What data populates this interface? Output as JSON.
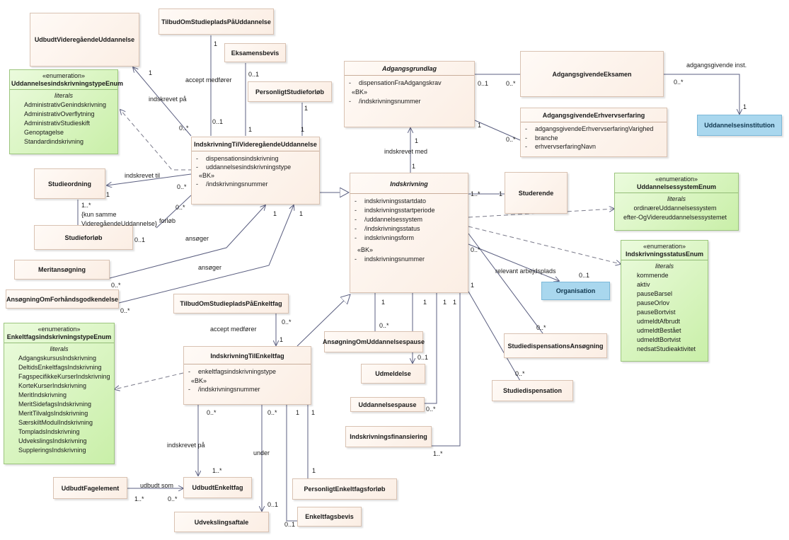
{
  "simple_boxes": {
    "udbudt_videregaaende": "UdbudtVideregåendeUddannelse",
    "tilbud_studieplads_uddannelse": "TilbudOmStudiepladsPåUddannelse",
    "eksamensbevis": "Eksamensbevis",
    "personligt_studieforloeb": "PersonligtStudieforløb",
    "adgangsgivende_eksamen": "AdgangsgivendeEksamen",
    "uddannelsesinstitution": "Uddannelsesinstitution",
    "studieordning": "Studieordning",
    "studieforloeb": "Studieforløb",
    "studerende": "Studerende",
    "meritansoegning": "Meritansøgning",
    "ansoegning_forhaands": "AnsøgningOmForhåndsgodkendelse",
    "organisation": "Organisation",
    "tilbud_studieplads_enkeltfag": "TilbudOmStudiepladsPåEnkeltfag",
    "ansoegning_uddannelsespause": "AnsøgningOmUddannelsespause",
    "studiedispensations_ansoegning": "StudiedispensationsAnsøgning",
    "udmeldelse": "Udmeldelse",
    "studiedispensation": "Studiedispensation",
    "uddannelsespause": "Uddannelsespause",
    "indskrivningsfinansiering": "Indskrivningsfinansiering",
    "udbudt_fagelement": "UdbudtFagelement",
    "udbudt_enkeltfag": "UdbudtEnkeltfag",
    "personligt_enkeltfagsforloeb": "PersonligtEnkeltfagsforløb",
    "udvekslingsaftale": "Udvekslingsaftale",
    "enkeltfagsbevis": "Enkeltfagsbevis"
  },
  "classes": {
    "adgangsgrundlag": {
      "name": "Adgangsgrundlag",
      "attrs": [
        {
          "vis": "-",
          "text": "dispensationFraAdgangskrav"
        }
      ],
      "stereo": "«BK»",
      "keys": [
        {
          "vis": "-",
          "text": "/indskrivningsnummer"
        }
      ]
    },
    "adgangsgivende_erhverv": {
      "name": "AdgangsgivendeErhvervserfaring",
      "attrs": [
        {
          "vis": "-",
          "text": "adgangsgivendeErhvervserfaringVarighed"
        },
        {
          "vis": "-",
          "text": "branche"
        },
        {
          "vis": "-",
          "text": "erhvervserfaringNavn"
        }
      ]
    },
    "indskrivning_videregaaende": {
      "name": "IndskrivningTilVideregåendeUddannelse",
      "attrs": [
        {
          "vis": "-",
          "text": "dispensationsindskrivning"
        },
        {
          "vis": "-",
          "text": "uddannelsesindskrivningstype"
        }
      ],
      "stereo": "«BK»",
      "keys": [
        {
          "vis": "-",
          "text": "/indskrivningsnummer"
        }
      ]
    },
    "indskrivning": {
      "name": "Indskrivning",
      "attrs": [
        {
          "vis": "-",
          "text": "indskrivningsstartdato"
        },
        {
          "vis": "-",
          "text": "indskrivningsstartperiode"
        },
        {
          "vis": "-",
          "text": "/uddannelsessystem"
        },
        {
          "vis": "-",
          "text": "/indskrivningsstatus"
        },
        {
          "vis": "-",
          "text": "indskrivningsform"
        }
      ],
      "stereo": "«BK»",
      "keys": [
        {
          "vis": "-",
          "text": "indskrivningsnummer"
        }
      ]
    },
    "indskrivning_enkeltfag": {
      "name": "IndskrivningTilEnkeltfag",
      "attrs": [
        {
          "vis": "-",
          "text": "enkeltfagsindskrivningstype"
        }
      ],
      "stereo": "«BK»",
      "keys": [
        {
          "vis": "-",
          "text": "/indskrivningsnummer"
        }
      ]
    }
  },
  "enums": {
    "uddannelsesindskrivningstype": {
      "stereo": "«enumeration»",
      "name": "UddannelsesindskrivningstypeEnum",
      "literals_title": "literals",
      "literals": [
        "AdministrativGenindskrivning",
        "AdministrativOverflytning",
        "AdministrativStudieskift",
        "Genoptagelse",
        "Standardindskrivning"
      ]
    },
    "uddannelsessystem": {
      "stereo": "«enumeration»",
      "name": "UddannelsessystemEnum",
      "literals_title": "literals",
      "literals": [
        "ordinæreUddannelsessystem",
        "efter-OgVidereuddannelsessystemet"
      ]
    },
    "indskrivningsstatus": {
      "stereo": "«enumeration»",
      "name": "IndskrivningsstatusEnum",
      "literals_title": "literals",
      "literals": [
        "kommende",
        "aktiv",
        "pauseBarsel",
        "pauseOrlov",
        "pauseBortvist",
        "udmeldtAfbrudt",
        "udmeldtBestået",
        "udmeldtBortvist",
        "nedsatStudieaktivitet"
      ]
    },
    "enkeltfagsindskrivningstype": {
      "stereo": "«enumeration»",
      "name": "EnkeltfagsindskrivningstypeEnum",
      "literals_title": "literals",
      "literals": [
        "AdgangskursusIndskrivning",
        "DeltidsEnkeltfagsIndskrivning",
        "FagspecifikkeKurserIndskrivning",
        "KorteKurserIndskrivning",
        "MeritIndskrivning",
        "MeritSidefagsIndskrivning",
        "MeritTilvalgsIndskrivning",
        "SærskiltModulIndskrivning",
        "TompladsIndskrivning",
        "UdvekslingsIndskrivning",
        "SuppleringsIndskrivning"
      ]
    }
  },
  "labels": {
    "l1": "1",
    "l2": "indskrevet på",
    "l3": "0..*",
    "l4": "1",
    "l5": "accept medfører",
    "l6": "0..1",
    "l7": "0..1",
    "l8": "1",
    "l9": "1",
    "l10": "0..1",
    "l11": "0..*",
    "l12": "adgangsgivende inst.",
    "l13": "0..*",
    "l14": "1",
    "l15": "1",
    "l16": "0..*",
    "l17": "indskrevet med",
    "l18": "1",
    "l19": "1",
    "l20": "indskrevet til",
    "l21": "1",
    "l22": "0..*",
    "l23": "1..*",
    "l24": "{kun samme",
    "l25": "VideregåendeUddannelse}",
    "l26": "0..*",
    "l27": "forløb",
    "l28": "0..1",
    "l29": "ansøger",
    "l30": "ansøger",
    "l31": "0..*",
    "l32": "0..*",
    "l33": "1",
    "l34": "1",
    "l35": "1..*",
    "l36": "1",
    "l37": "0..*",
    "l38": "relevant arbejdsplads",
    "l39": "0..1",
    "l40": "accept medfører",
    "l41": "0..*",
    "l42": "1",
    "l43": "1",
    "l44": "0..*",
    "l45": "1",
    "l46": "0..1",
    "l47": "1",
    "l48": "1",
    "l49": "0..*",
    "l50": "1",
    "l51": "0..*",
    "l52": "0..*",
    "l53": "1..*",
    "l54": "0..*",
    "l55": "indskrevet på",
    "l56": "1..*",
    "l57": "0..*",
    "l58": "under",
    "l59": "0..1",
    "l60": "1",
    "l61": "1",
    "l62": "0..1",
    "l63": "1",
    "l64": "udbudt som",
    "l65": "1..*",
    "l66": "0..*"
  }
}
